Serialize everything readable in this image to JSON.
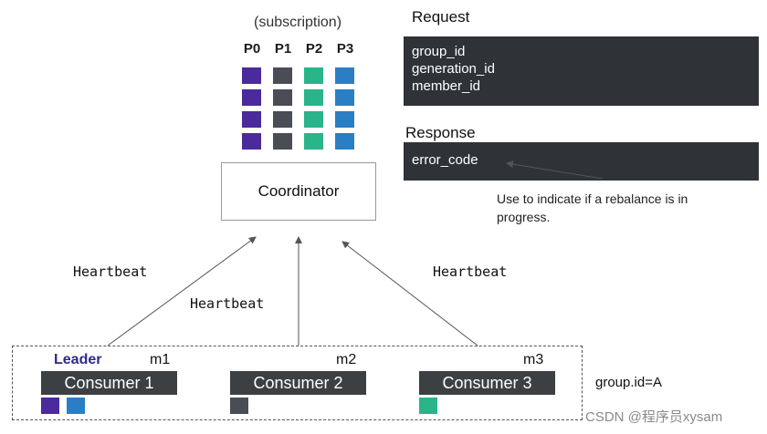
{
  "subscription_label": "(subscription)",
  "partitions": [
    {
      "label": "P0",
      "color": "#4b2a9b"
    },
    {
      "label": "P1",
      "color": "#4a4d55"
    },
    {
      "label": "P2",
      "color": "#29b48a"
    },
    {
      "label": "P3",
      "color": "#2a7fc4"
    }
  ],
  "coordinator_label": "Coordinator",
  "request": {
    "title": "Request",
    "fields": [
      "group_id",
      "generation_id",
      "member_id"
    ]
  },
  "response": {
    "title": "Response",
    "fields": [
      "error_code"
    ],
    "note_line1": "Use to indicate if a rebalance is in",
    "note_line2": "progress."
  },
  "heartbeat_labels": [
    "Heartbeat",
    "Heartbeat",
    "Heartbeat"
  ],
  "leader_label": "Leader",
  "consumers": [
    {
      "name": "Consumer 1",
      "member": "m1",
      "assigned": [
        "P0",
        "P3"
      ]
    },
    {
      "name": "Consumer 2",
      "member": "m2",
      "assigned": [
        "P1"
      ]
    },
    {
      "name": "Consumer 3",
      "member": "m3",
      "assigned": [
        "P2"
      ]
    }
  ],
  "group_id_label": "group.id=A",
  "watermark": "CSDN @程序员xysam"
}
